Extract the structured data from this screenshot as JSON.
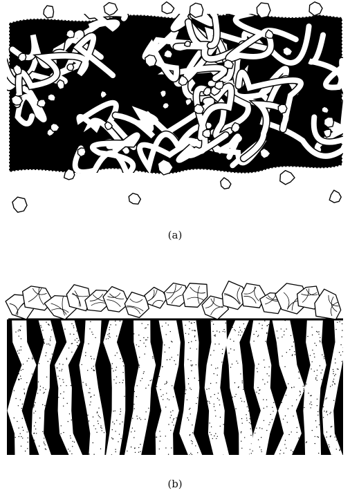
{
  "panels": [
    {
      "id": "a",
      "caption": "(a)"
    },
    {
      "id": "b",
      "caption": "(b)"
    }
  ],
  "colors": {
    "ink": "#000000",
    "paper": "#ffffff"
  }
}
